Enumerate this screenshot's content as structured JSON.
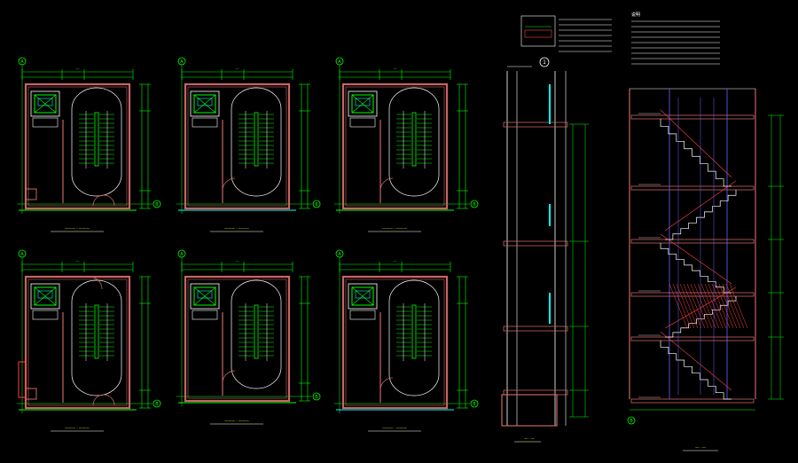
{
  "drawing": {
    "colors": {
      "background": "#000000",
      "wall": "#c86464",
      "dimension": "#00ff00",
      "detail": "#ffffff",
      "accent": "#00ffff",
      "stair_section": "#6464ff",
      "hatch": "#ff4040",
      "label": "#ffff00"
    },
    "plans": [
      {
        "id": "plan-1",
        "grid_top": "A",
        "grid_right": "B"
      },
      {
        "id": "plan-2",
        "grid_top": "A",
        "grid_right": "B"
      },
      {
        "id": "plan-3",
        "grid_top": "A",
        "grid_right": "B"
      },
      {
        "id": "plan-4",
        "grid_top": "A",
        "grid_right": "B"
      },
      {
        "id": "plan-5",
        "grid_top": "A",
        "grid_right": "B"
      },
      {
        "id": "plan-6",
        "grid_top": "A",
        "grid_right": "B"
      }
    ],
    "section_marker": "1",
    "section_bottom_grid": "B",
    "legend_title": "说明"
  }
}
